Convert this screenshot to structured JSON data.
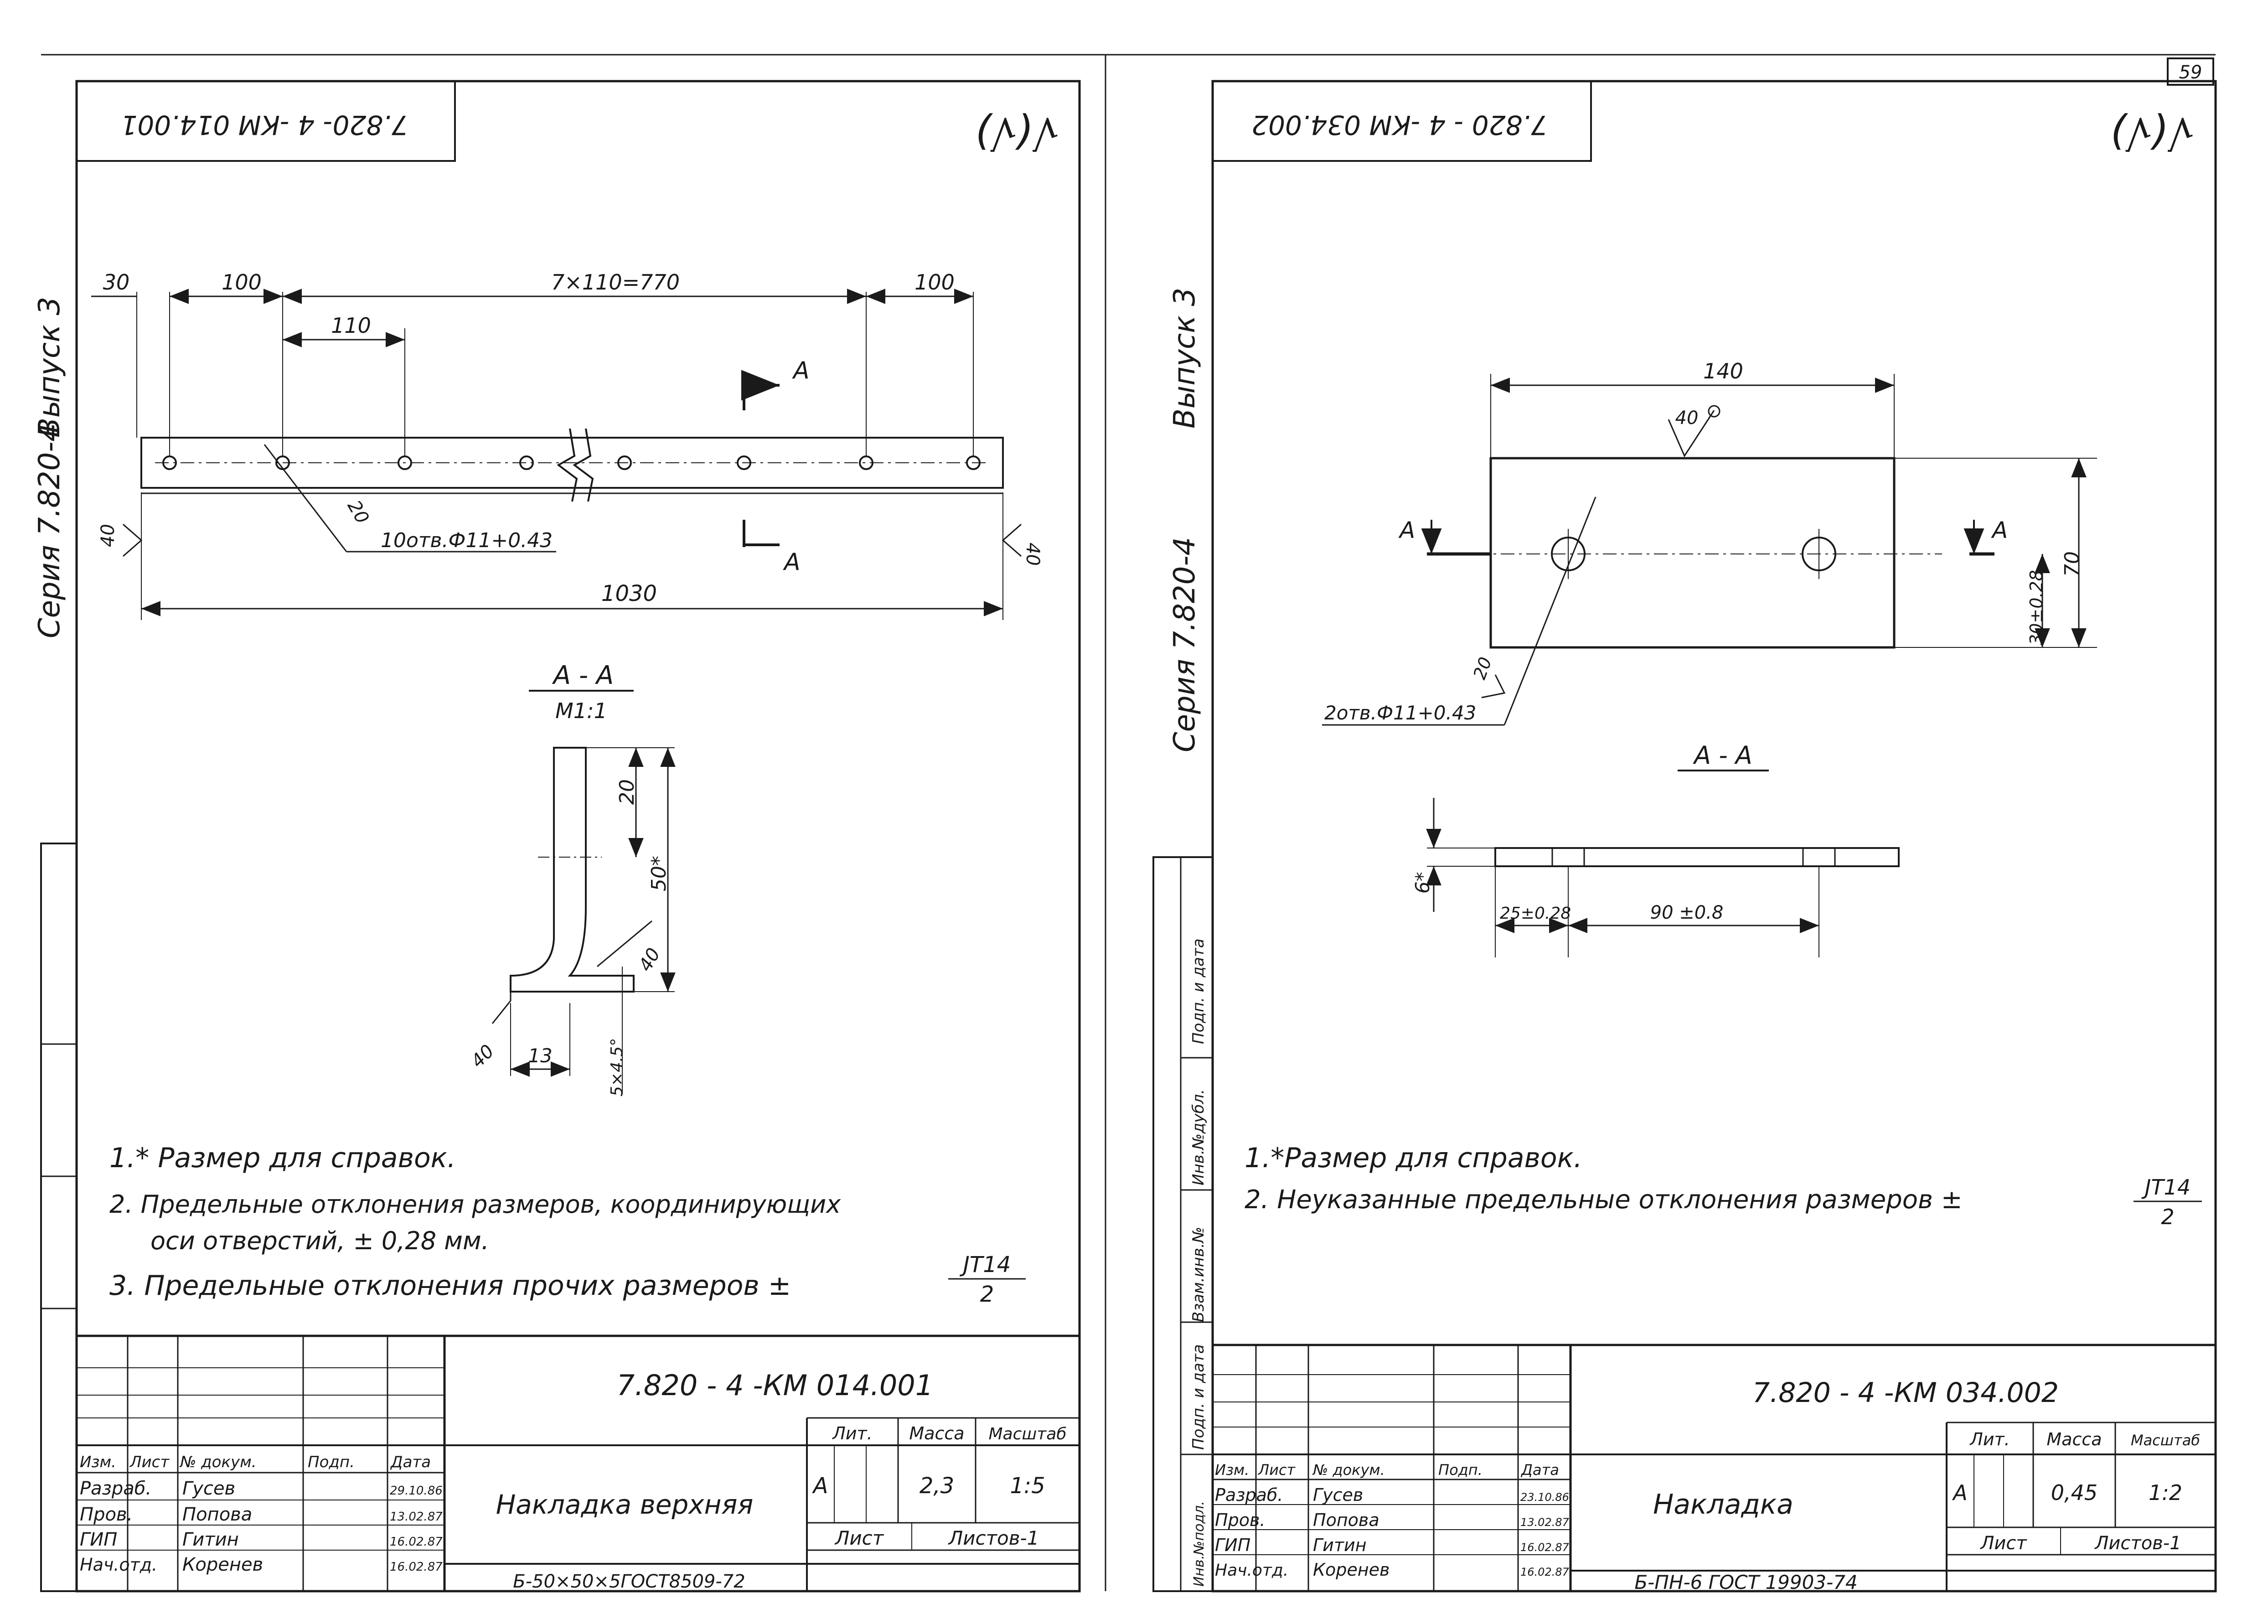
{
  "page_number": "59",
  "roughness_symbol": "√(√)",
  "left": {
    "stamp": "7.820- 4 -КМ 014.001",
    "side_series": "Серия 7.820-4",
    "side_issue": "Выпуск 3",
    "dims": {
      "d30": "30",
      "d100a": "100",
      "d770": "7×110=770",
      "d100b": "100",
      "d110": "110",
      "d1030": "1030",
      "holes": "10отв.Ф11+0.43",
      "w20": "20",
      "w40a": "40",
      "w40b": "40"
    },
    "section_title": "А - А",
    "section_scale": "М1:1",
    "section_label": "А",
    "sec_dims": {
      "s20": "20",
      "s50": "50*",
      "s40": "40",
      "s40b": "40",
      "s13": "13",
      "s545": "5×4.5°"
    },
    "notes": [
      "1.* Размер для справок.",
      "2. Предельные отклонения размеров, координирующих",
      "оси отверстий, ± 0,28 мм.",
      "3. Предельные отклонения прочих размеров ±"
    ],
    "tol_num": "JT14",
    "tol_den": "2",
    "title_block": {
      "doc_code": "7.820 - 4 -КМ 014.001",
      "name": "Накладка верхняя",
      "material": "Б-50×50×5ГОСТ8509-72",
      "headers": [
        "Изм.",
        "Лист",
        "№ докум.",
        "Подп.",
        "Дата"
      ],
      "rows": [
        [
          "Разраб.",
          "Гусев",
          "29.10.86"
        ],
        [
          "Пров.",
          "Попова",
          "13.02.87"
        ],
        [
          "ГИП",
          "Гитин",
          "16.02.87"
        ],
        [
          "Нач.отд.",
          "Коренев",
          "16.02.87"
        ]
      ],
      "lit_label": "Лит.",
      "mass_label": "Масса",
      "scale_label": "Масштаб",
      "lit": "А",
      "mass": "2,3",
      "scale": "1:5",
      "sheet_label": "Лист",
      "sheets_label": "Листов-1"
    }
  },
  "right": {
    "stamp": "7.820 - 4 -КМ 034.002",
    "side_series": "Серия 7.820-4",
    "side_issue": "Выпуск 3",
    "dims": {
      "d140": "140",
      "rough": "40",
      "d70": "70",
      "d30": "30±0.28",
      "holes": "2отв.Ф11+0.43",
      "w20": "20",
      "secA": "А"
    },
    "section_title": "А - А",
    "sec_dims": {
      "s6": "6*",
      "s25": "25±0.28",
      "s90": "90 ±0.8"
    },
    "notes": [
      "1.*Размер для справок.",
      "2. Неуказанные предельные отклонения размеров ±"
    ],
    "tol_num": "JT14",
    "tol_den": "2",
    "side_strip": [
      "Взам.инв.№",
      "Инв.№дубл.",
      "Подп. и дата",
      "Инв.№подл.",
      "Подп. и дата"
    ],
    "title_block": {
      "doc_code": "7.820 - 4 -КМ 034.002",
      "name": "Накладка",
      "material": "Б-ПН-6 ГОСТ 19903-74",
      "headers": [
        "Изм.",
        "Лист",
        "№ докум.",
        "Подп.",
        "Дата"
      ],
      "rows": [
        [
          "Разраб.",
          "Гусев",
          "23.10.86"
        ],
        [
          "Пров.",
          "Попова",
          "13.02.87"
        ],
        [
          "ГИП",
          "Гитин",
          "16.02.87"
        ],
        [
          "Нач.отд.",
          "Коренев",
          "16.02.87"
        ]
      ],
      "lit_label": "Лит.",
      "mass_label": "Масса",
      "scale_label": "Масштаб",
      "lit": "А",
      "mass": "0,45",
      "scale": "1:2",
      "sheet_label": "Лист",
      "sheets_label": "Листов-1"
    }
  }
}
